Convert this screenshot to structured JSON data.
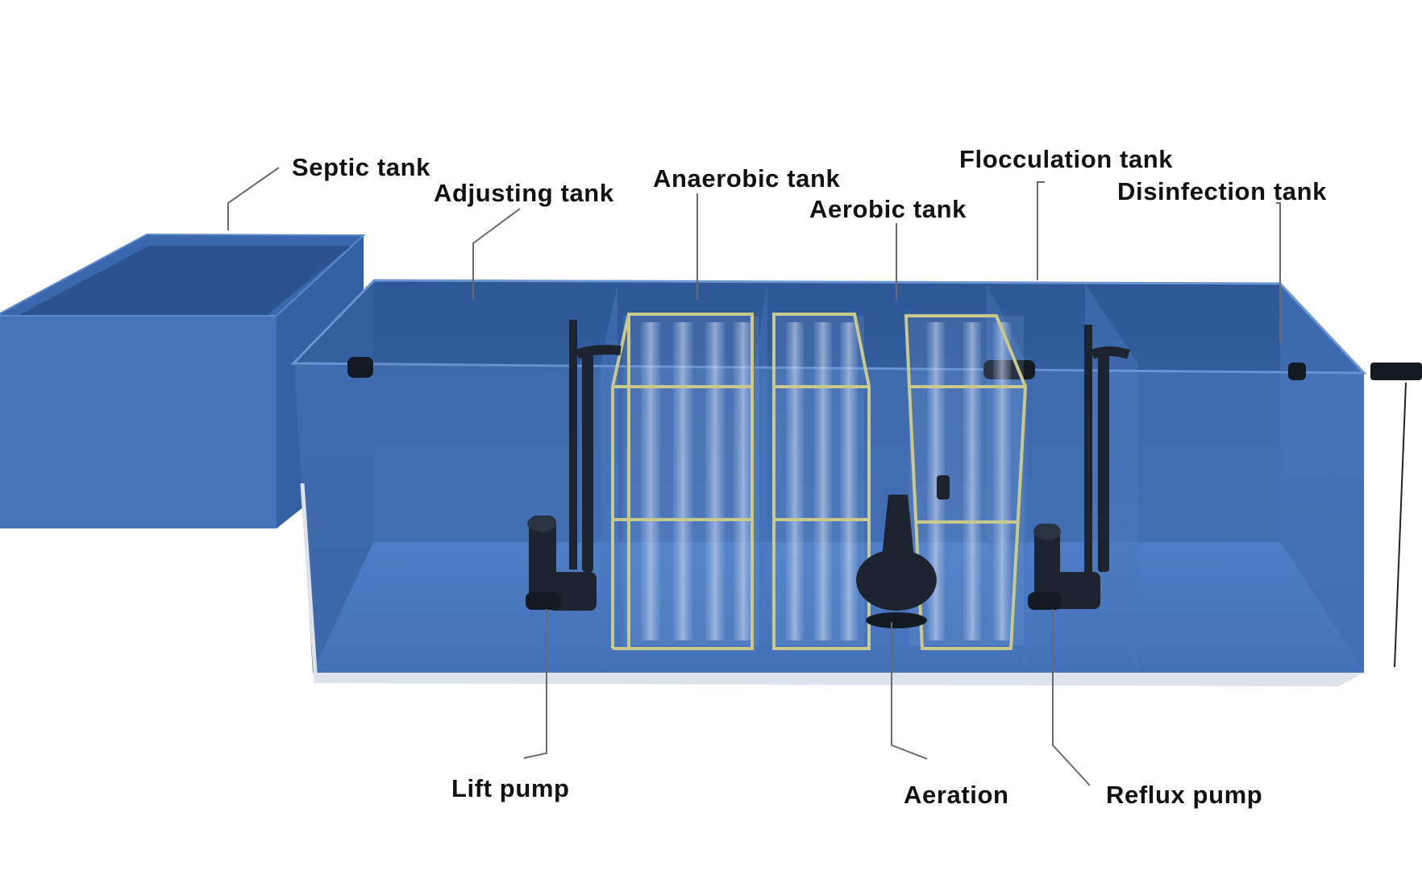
{
  "labels": {
    "septic_tank": "Septic tank",
    "adjusting_tank": "Adjusting tank",
    "anaerobic_tank": "Anaerobic tank",
    "aerobic_tank": "Aerobic  tank",
    "flocculation_tank": "Flocculation  tank",
    "disinfection_tank": "Disinfection tank",
    "lift_pump": "Lift pump",
    "aeration": "Aeration",
    "reflux_pump": "Reflux pump"
  },
  "colors": {
    "tank_blue": "#4a78c0",
    "tank_dark": "#2f5a9e",
    "tank_light": "#6a93d2",
    "frame": "#c8c98a",
    "equipment": "#1d2430",
    "label_text": "#111111",
    "leader_line": "#6a6a6a"
  }
}
